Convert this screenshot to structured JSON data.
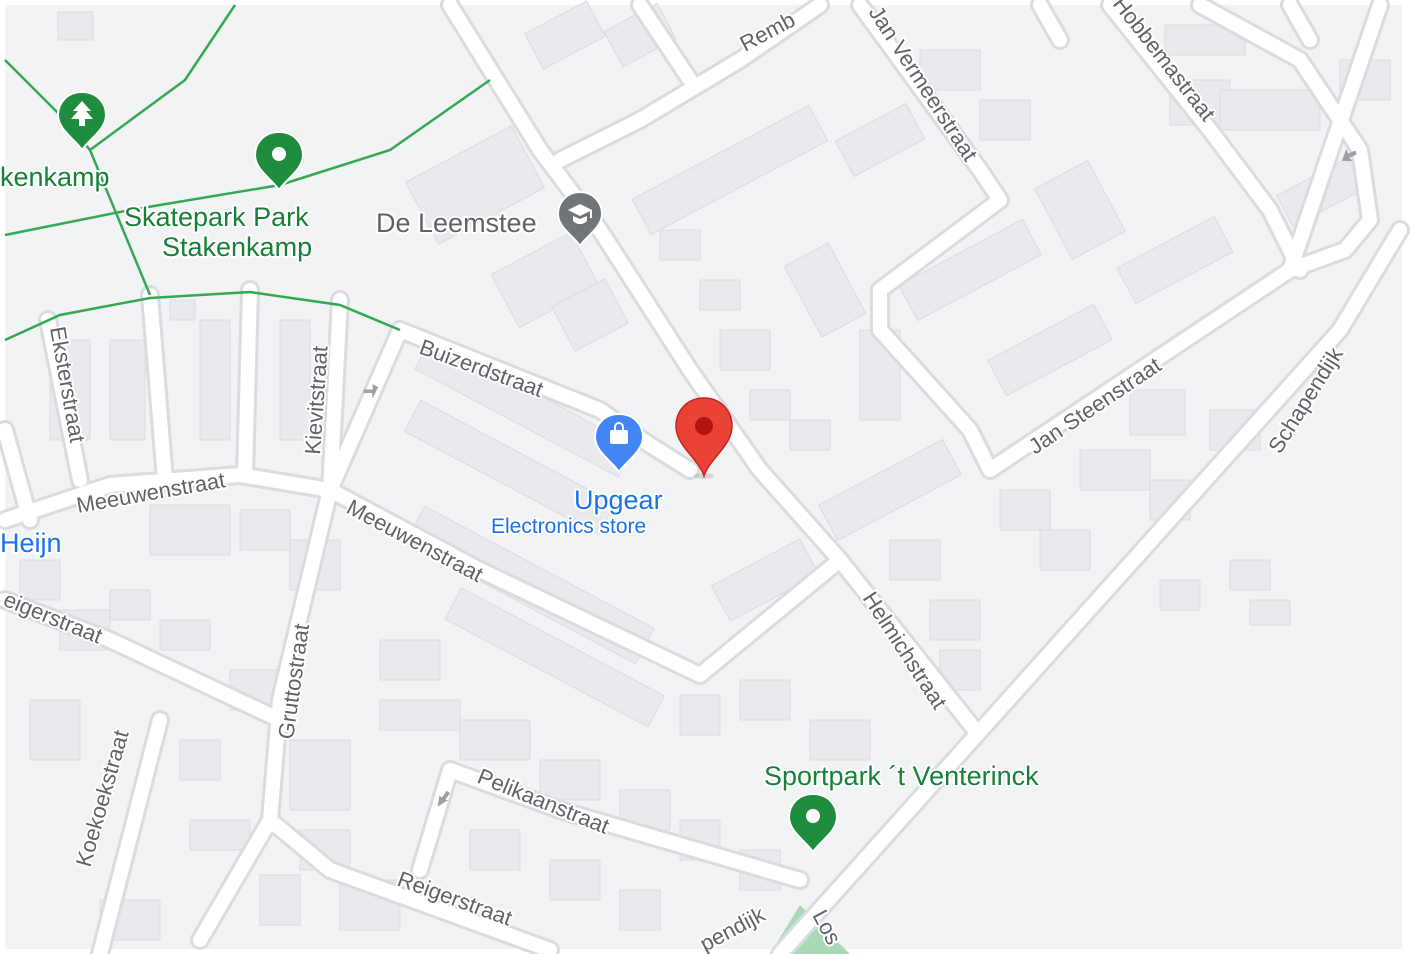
{
  "map": {
    "colors": {
      "land": "#f1f3f4",
      "road": "#ffffff",
      "road_edge": "#dadce0",
      "building": "#e8eaed",
      "park_path": "#34a853",
      "park_fill": "#a8dab5",
      "selected_pin": "#ea4335",
      "shopping_pin": "#4285f4",
      "park_pin": "#1e8e3e",
      "school_pin": "#70757a"
    },
    "streets": {
      "rembrandt": "Remb",
      "jan_vermeerstraat": "Jan Vermeerstraat",
      "hobbemastraat": "Hobbemastraat",
      "buizerdstraat": "Buizerdstraat",
      "eksterstraat": "Eksterstraat",
      "kievitstraat": "Kievitstraat",
      "meeuwenstraat_west": "Meeuwenstraat",
      "meeuwenstraat_east": "Meeuwenstraat",
      "jan_steenstraat": "Jan Steenstraat",
      "schapendijk": "Schapendijk",
      "helmichstraat": "Helmichstraat",
      "reigerstraat_west": "eigerstraat",
      "gruttostraat": "Gruttostraat",
      "koekoekstraat": "Koekoekstraat",
      "pelikaanstraat": "Pelikaanstraat",
      "reigerstraat_south": "Reigerstraat",
      "schapendijk_south": "pendijk",
      "loss": "Los"
    },
    "pois": {
      "stakenkamp_partial": "kenkamp",
      "skatepark_line1": "Skatepark Park",
      "skatepark_line2": "Stakenkamp",
      "de_leemstee": "De Leemstee",
      "upgear_name": "Upgear",
      "upgear_category": "Electronics store",
      "heijn_partial": "Heijn",
      "sportpark": "Sportpark ´t Venterinck"
    },
    "icons": {
      "tree": "tree-icon",
      "place": "place-icon",
      "school": "graduation-cap-icon",
      "shopping": "shopping-bag-icon",
      "selected": "location-pin-icon",
      "oneway": "oneway-arrow-icon"
    }
  }
}
